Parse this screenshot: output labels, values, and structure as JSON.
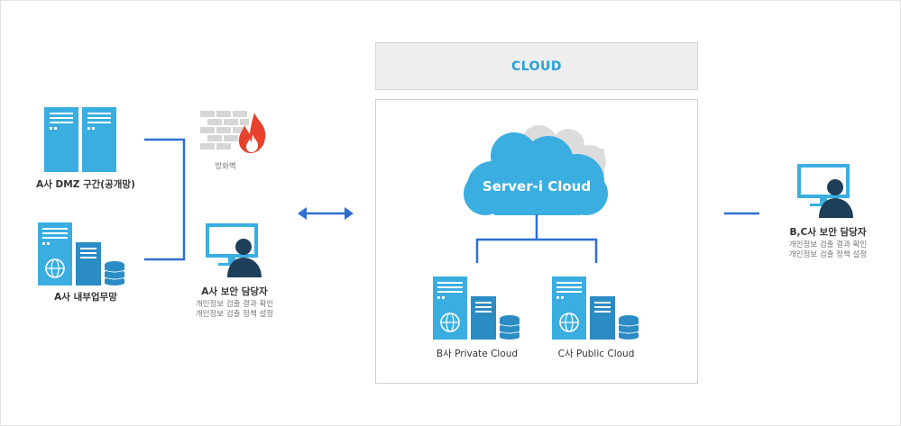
{
  "nodes": {
    "dmz": {
      "label": "A사 DMZ 구간(공개망)"
    },
    "internal": {
      "label": "A사 내부업무망"
    },
    "firewall": {
      "label": "방화벽"
    },
    "a_admin": {
      "label": "A사 보안 담당자",
      "sub1": "개인정보 검출 결과 확인",
      "sub2": "개인정보 검출 정책 설정"
    },
    "bc_admin": {
      "label": "B,C사 보안 담당자",
      "sub1": "개인정보 검출 결과 확인",
      "sub2": "개인정보 검출 정책 설정"
    },
    "server_i": {
      "label": "Server-i Cloud"
    },
    "b_private": {
      "label": "B사 Private Cloud"
    },
    "c_public": {
      "label": "C사 Public Cloud"
    }
  },
  "cloud_section": {
    "title": "CLOUD"
  },
  "colors": {
    "primary": "#3aaee0",
    "dark": "#1f6fa5",
    "line": "#2f6fd0",
    "person": "#1e3f5a",
    "header_text": "#2aa0d6"
  }
}
